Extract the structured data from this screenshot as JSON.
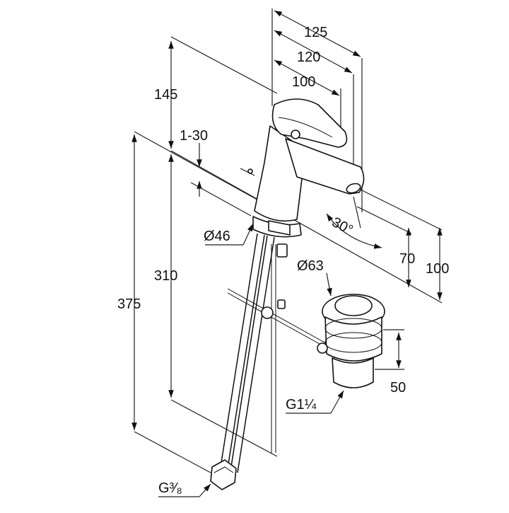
{
  "dimensions": {
    "width_125": "125",
    "width_120": "120",
    "width_100": "100",
    "height_145": "145",
    "adjust_1_30": "1-30",
    "diam_46": "Ø46",
    "height_310": "310",
    "height_375": "375",
    "angle_30": "30°",
    "height_70": "70",
    "height_100": "100",
    "diam_63": "Ø63",
    "height_50": "50",
    "thread_g114": "G1¼",
    "thread_g38": "G³⁄₈"
  },
  "colors": {
    "line": "#111111",
    "background": "#ffffff"
  }
}
